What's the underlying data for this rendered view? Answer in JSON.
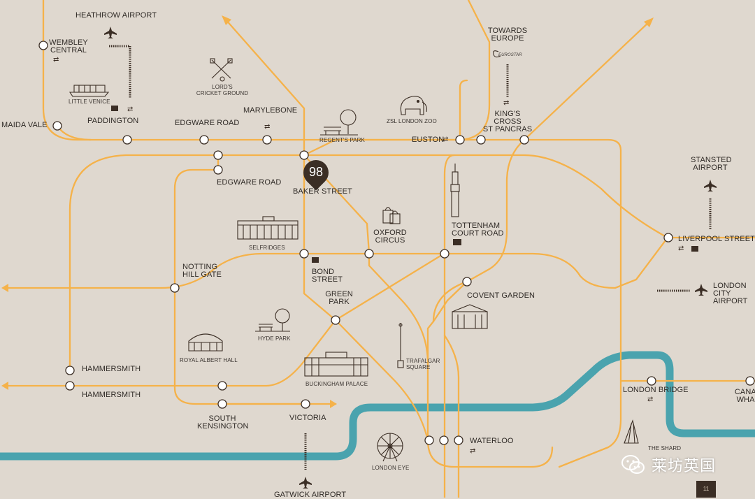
{
  "colors": {
    "background": "#dfd8cf",
    "route": "#f5b24a",
    "river": "#4aa3ae",
    "ink": "#3b2e25"
  },
  "pin": {
    "label": "98",
    "station": "BAKER STREET"
  },
  "stations": {
    "wembley": "WEMBLEY\nCENTRAL",
    "maida_vale": "MAIDA VALE",
    "paddington": "PADDINGTON",
    "edgware_road_1": "EDGWARE ROAD",
    "marylebone": "MARYLEBONE",
    "edgware_road_2": "EDGWARE ROAD",
    "euston": "EUSTON",
    "kings_cross": "KING'S CROSS\nST PANCRAS",
    "oxford_circus": "OXFORD\nCIRCUS",
    "tottenham": "TOTTENHAM\nCOURT ROAD",
    "liverpool": "LIVERPOOL STREET",
    "notting_hill": "NOTTING\nHILL GATE",
    "bond_street": "BOND\nSTREET",
    "green_park": "GREEN\nPARK",
    "covent_garden": "COVENT GARDEN",
    "hammersmith_1": "HAMMERSMITH",
    "hammersmith_2": "HAMMERSMITH",
    "south_ken": "SOUTH\nKENSINGTON",
    "victoria": "VICTORIA",
    "waterloo": "WATERLOO",
    "london_bridge": "LONDON BRIDGE",
    "canary_wharf": "CANARY\nWHARF"
  },
  "airports": {
    "heathrow": "HEATHROW AIRPORT",
    "stansted": "STANSTED\nAIRPORT",
    "london_city": "LONDON CITY\nAIRPORT",
    "gatwick": "GATWICK AIRPORT",
    "eurostar": "TOWARDS\nEUROPE",
    "eurostar_logo": "EUROSTAR"
  },
  "landmarks": {
    "little_venice": "LITTLE VENICE",
    "lords": "LORD'S\nCRICKET GROUND",
    "regents_park": "REGENT'S PARK",
    "zoo": "ZSL LONDON ZOO",
    "selfridges": "SELFRIDGES",
    "hyde_park": "HYDE PARK",
    "albert_hall": "ROYAL ALBERT HALL",
    "buckingham": "BUCKINGHAM PALACE",
    "trafalgar": "TRAFALGAR\nSQUARE",
    "london_eye": "LONDON EYE",
    "shard": "THE SHARD"
  },
  "watermark": "莱坊英国",
  "page_number": "11"
}
